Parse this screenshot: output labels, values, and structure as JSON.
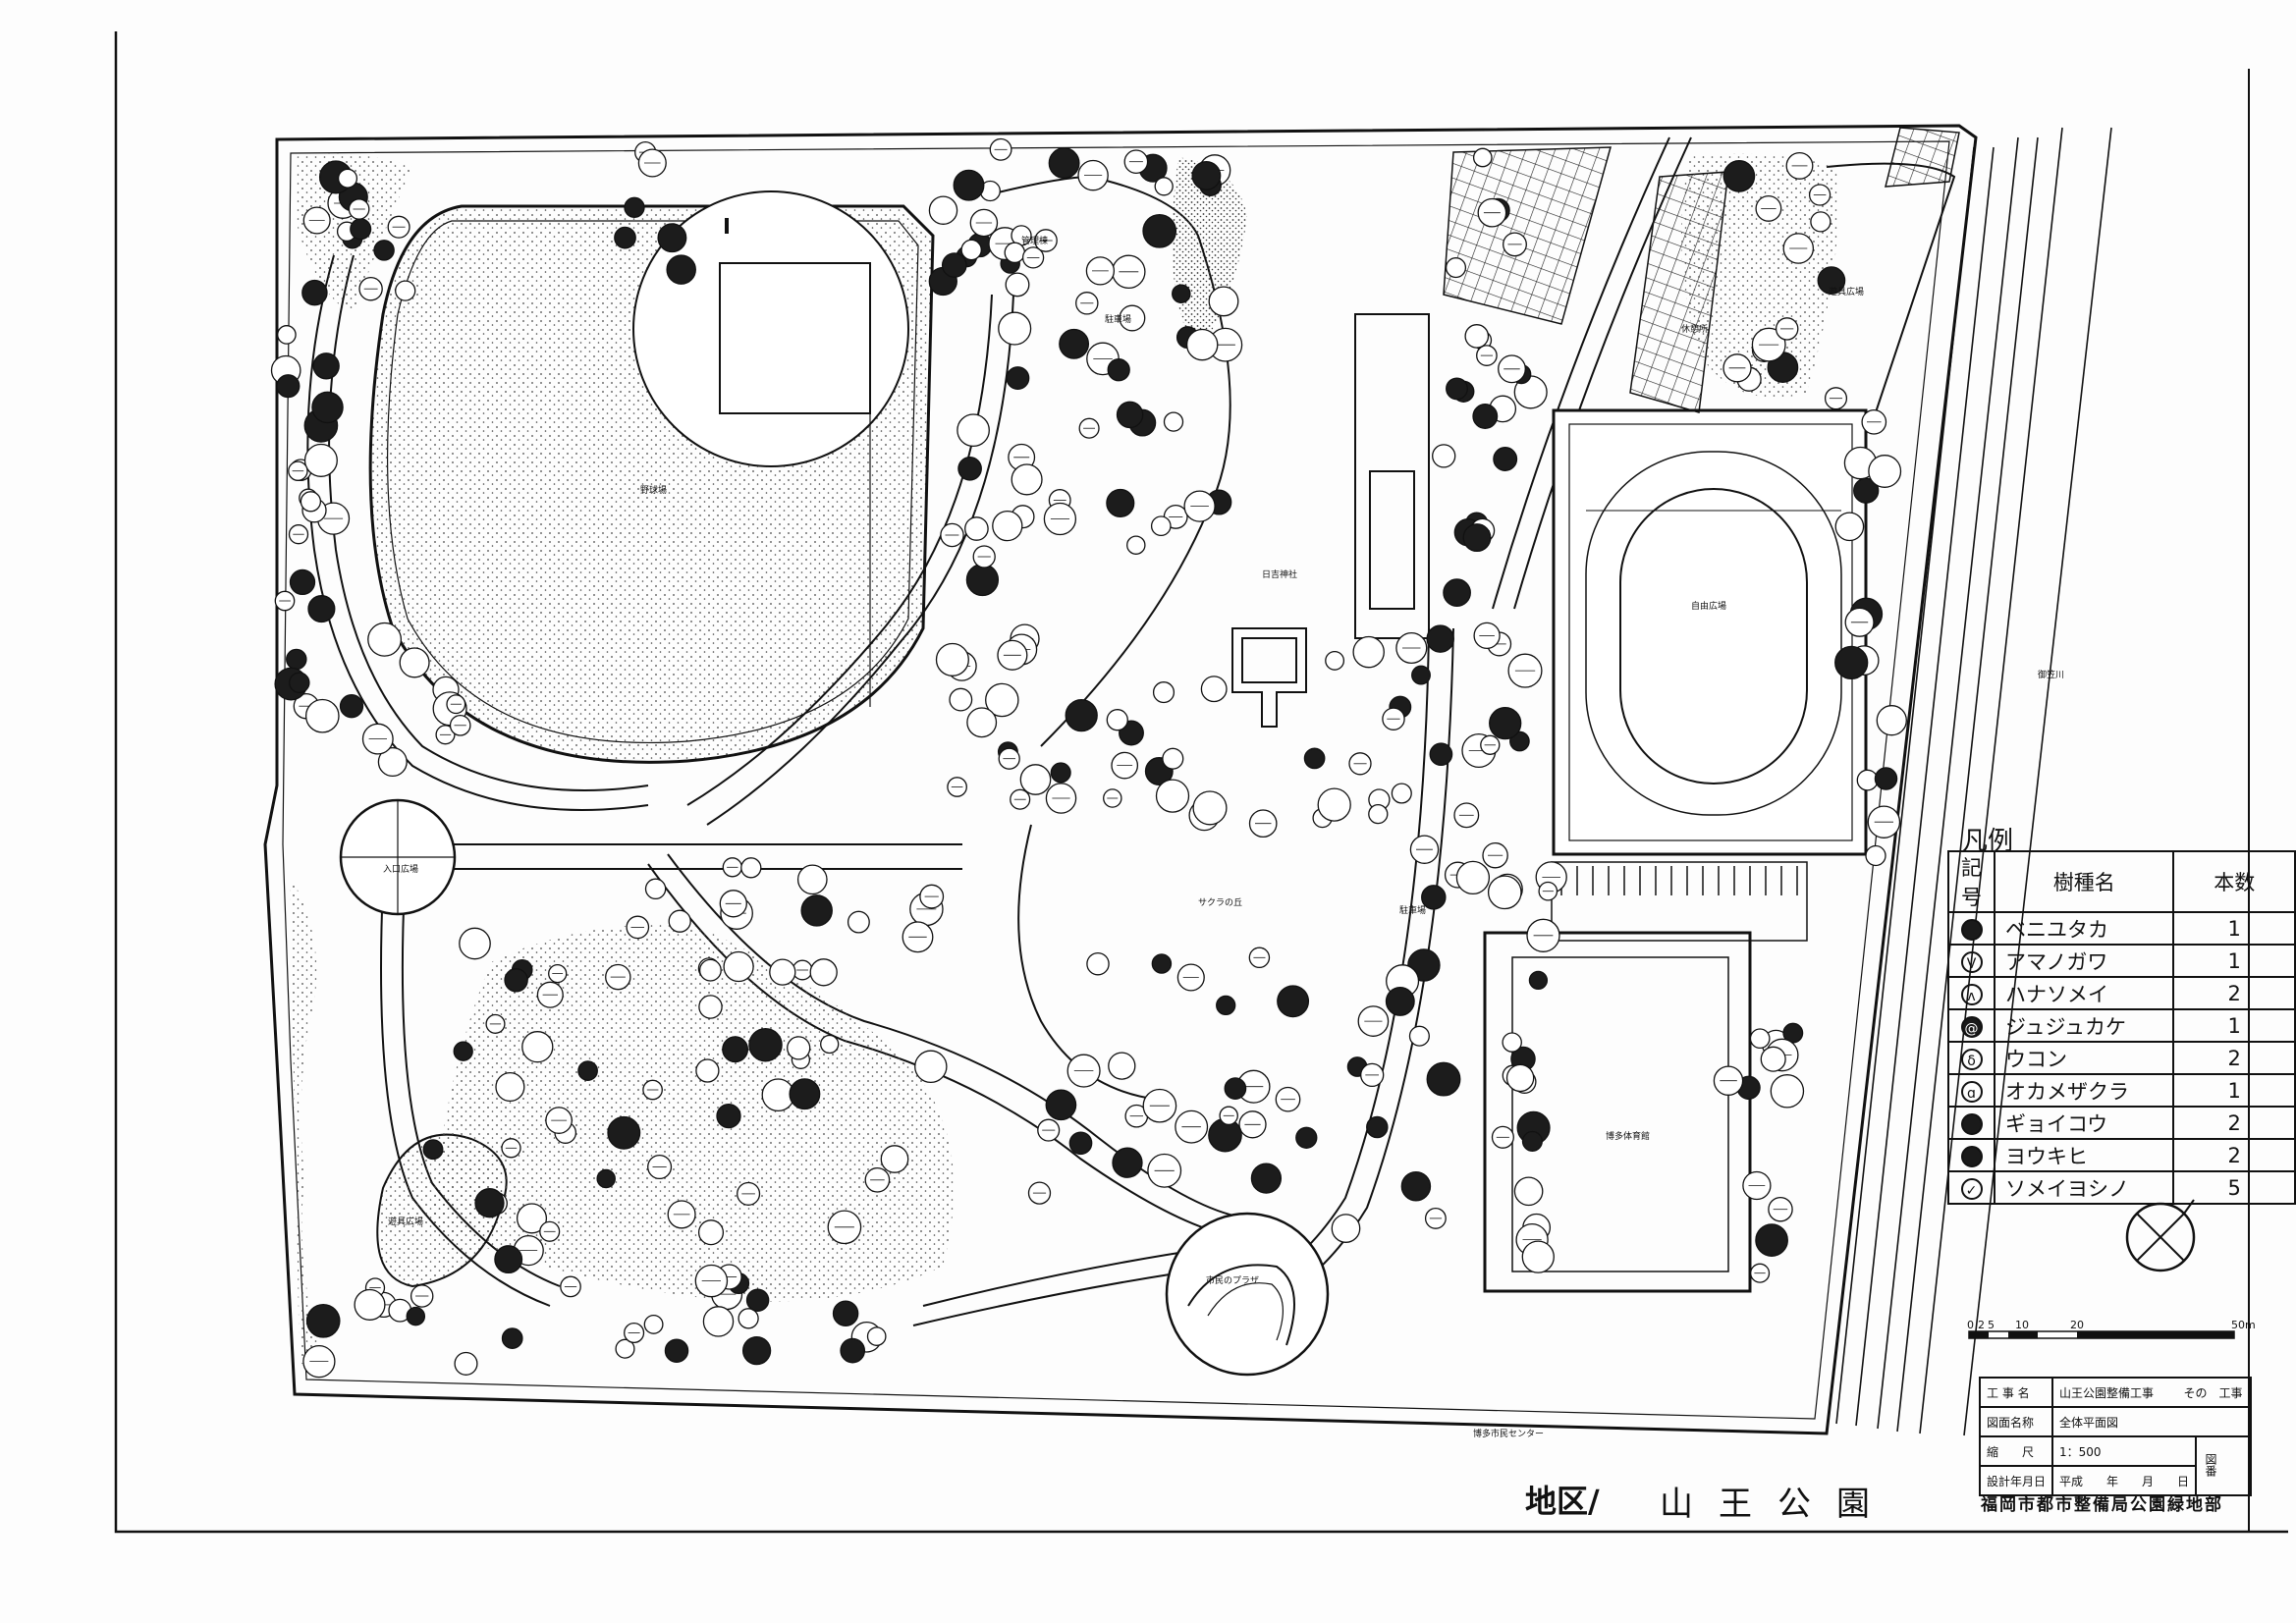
{
  "legend": {
    "title": "凡例",
    "headers": {
      "symbol": "記号",
      "species": "樹種名",
      "count": "本数"
    },
    "rows": [
      {
        "name": "ベニユタカ",
        "count": "1",
        "icon": "filled-circle"
      },
      {
        "name": "アマノガワ",
        "count": "1",
        "icon": "circle-v"
      },
      {
        "name": "ハナソメイ",
        "count": "2",
        "icon": "circle-loop"
      },
      {
        "name": "ジュジュカケ",
        "count": "1",
        "icon": "circle-swirl-dark"
      },
      {
        "name": "ウコン",
        "count": "2",
        "icon": "circle-hook"
      },
      {
        "name": "オカメザクラ",
        "count": "1",
        "icon": "circle-curl"
      },
      {
        "name": "ギョイコウ",
        "count": "2",
        "icon": "filled-circle"
      },
      {
        "name": "ヨウキヒ",
        "count": "2",
        "icon": "filled-circle"
      },
      {
        "name": "ソメイヨシノ",
        "count": "5",
        "icon": "circle-check"
      }
    ]
  },
  "scale_bar": {
    "ticks": [
      "0",
      "2",
      "5",
      "10",
      "20",
      "50m"
    ]
  },
  "title_block": {
    "work_label": "工 事 名",
    "work_name": "山王公園整備工事",
    "work_suffix": "その　工事",
    "drawing_label": "図面名称",
    "drawing_name": "全体平面図",
    "scale_label": "縮　　尺",
    "scale_value": "1：500",
    "date_label": "設計年月日",
    "date_value": "平成　　年　　月　　日",
    "sheet_label": "図番",
    "office": "福岡市都市整備局公園緑地部"
  },
  "district": {
    "label": "地区",
    "separator": "/",
    "name": "山王公園"
  },
  "map_labels": {
    "baseball_field": "野球場",
    "entrance_plaza": "入口広場",
    "play_plaza": "遊具広場",
    "citizens_plaza": "市民のプラザ",
    "sakura_hill": "サクラの丘",
    "shrine": "日吉神社",
    "free_plaza": "自由広場",
    "gymnasium": "博多体育館",
    "parking_lot": "駐車場",
    "river": "御笠川",
    "citizens_center": "博多市民センター",
    "management_building": "管理棟",
    "parking_north": "駐車場",
    "playground_ne": "遊具広場",
    "rest_area": "休憩所"
  }
}
